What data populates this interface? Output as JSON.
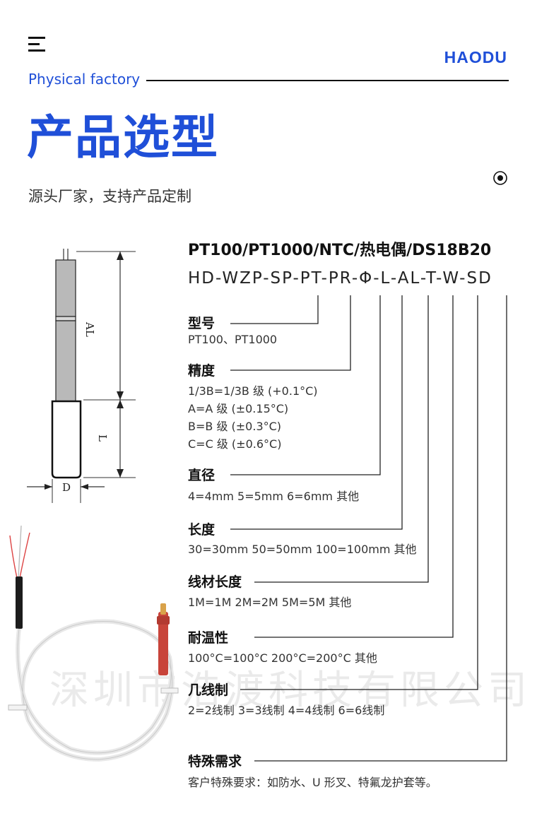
{
  "header": {
    "logo": "HAODU",
    "tagline": "Physical factory"
  },
  "title": "产品选型",
  "subtitle": "源头厂家，支持产品定制",
  "diagram": {
    "label_al": "AL",
    "label_l": "L",
    "label_d": "D"
  },
  "headline": "PT100/PT1000/NTC/热电偶/DS18B20",
  "model_code": "HD-WZP-SP-PT-PR-Φ-L-AL-T-W-SD",
  "sections": [
    {
      "title": "型号",
      "lines": [
        "PT100、PT1000"
      ]
    },
    {
      "title": "精度",
      "lines": [
        "1/3B=1/3B 级 (+0.1°C)",
        "A=A 级 (±0.15°C)",
        "B=B 级 (±0.3°C)",
        "C=C 级 (±0.6°C)"
      ]
    },
    {
      "title": "直径",
      "lines": [
        "4=4mm 5=5mm 6=6mm 其他"
      ]
    },
    {
      "title": "长度",
      "lines": [
        "30=30mm 50=50mm 100=100mm 其他"
      ]
    },
    {
      "title": "线材长度",
      "lines": [
        "1M=1M 2M=2M 5M=5M 其他"
      ]
    },
    {
      "title": "耐温性",
      "lines": [
        "100°C=100°C 200°C=200°C  其他"
      ]
    },
    {
      "title": "几线制",
      "lines": [
        "2=2线制  3=3线制  4=4线制  6=6线制"
      ]
    },
    {
      "title": "特殊需求",
      "lines": [
        "客户特殊要求：如防水、U 形叉、特氟龙护套等。"
      ]
    }
  ],
  "watermark": "深圳市浩渡科技有限公司",
  "colors": {
    "brand_blue": "#1f4fd8",
    "sheath_gray": "#b9b9b9",
    "cable_red": "#c8443a"
  }
}
